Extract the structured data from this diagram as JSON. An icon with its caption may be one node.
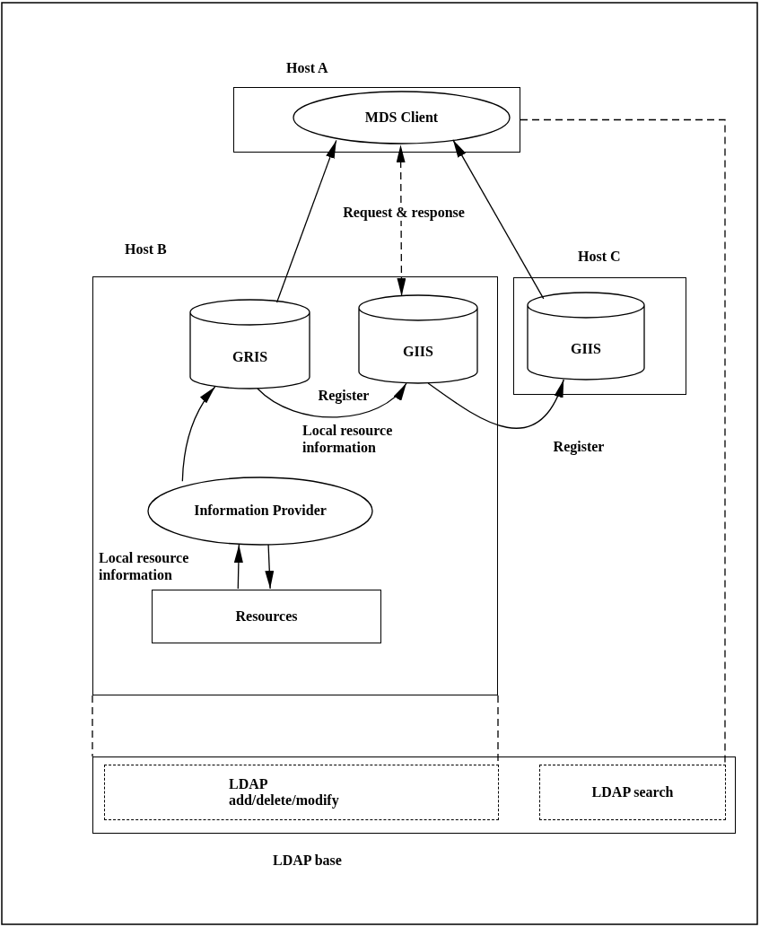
{
  "diagram": {
    "nodes": [
      {
        "text": [
          "Host A"
        ]
      },
      {
        "text": [
          "MDS Client"
        ],
        "in": 0
      },
      {
        "text": [
          "Host B"
        ]
      },
      {
        "text": [
          "GRIS"
        ],
        "in": 2
      },
      {
        "text": [
          "GIIS"
        ],
        "in": 2
      },
      {
        "text": [
          "Information Provider"
        ],
        "in": 2
      },
      {
        "text": [
          "Resources"
        ],
        "in": 2
      },
      {
        "text": [
          "Host C"
        ]
      },
      {
        "text": [
          "GIIS"
        ],
        "in": 7
      },
      {
        "text": [
          "LDAP base"
        ]
      },
      {
        "text": [
          "LDAP add/delete/modify"
        ],
        "in": 9
      },
      {
        "text": [
          "LDAP search"
        ],
        "in": 9
      }
    ],
    "edges": [
      {
        "from": 3,
        "to": 1,
        "arrow": "to"
      },
      {
        "from": 4,
        "to": 1,
        "arrow": "both",
        "style": "dashed",
        "label": "Request & response"
      },
      {
        "from": 8,
        "to": 1,
        "arrow": "to"
      },
      {
        "from": 3,
        "to": 4,
        "arrow": "to",
        "label": "Register"
      },
      {
        "from": 4,
        "to": 8,
        "arrow": "to",
        "label": "Register"
      },
      {
        "from": 5,
        "to": 3,
        "arrow": "to"
      },
      {
        "from": 6,
        "to": 5,
        "arrow": "to"
      },
      {
        "from": 5,
        "to": 6,
        "arrow": "to"
      },
      {
        "from": 0,
        "to": 11,
        "arrow": "none",
        "style": "dashed"
      },
      {
        "from": 2,
        "to": 9,
        "arrow": "none",
        "style": "dashed"
      },
      {
        "from": 2,
        "to": 10,
        "arrow": "none",
        "style": "dashed"
      }
    ],
    "labels": [
      "Local resource information",
      "Local resource information"
    ]
  }
}
